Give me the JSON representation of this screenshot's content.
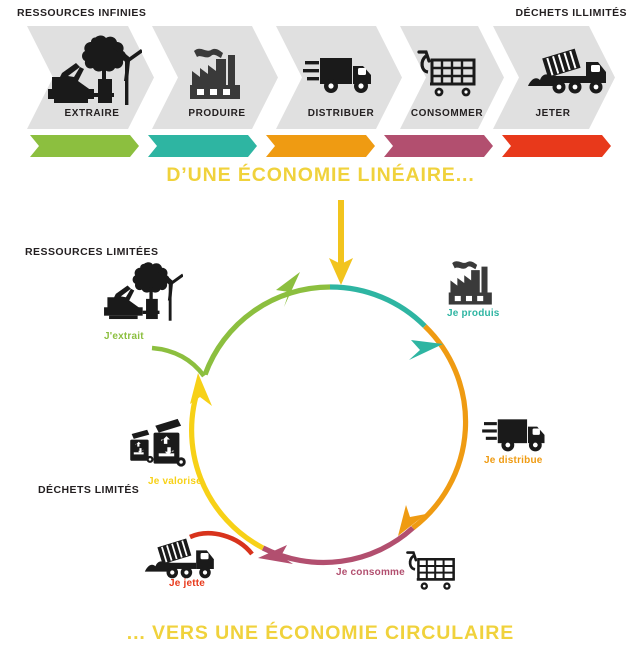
{
  "linear": {
    "left_label": "RESSOURCES INFINIES",
    "right_label": "DÉCHETS ILLIMITÉS",
    "stages": [
      {
        "label": "EXTRAIRE",
        "icon": "extraction-icon",
        "color": "#8cbf3f"
      },
      {
        "label": "PRODUIRE",
        "icon": "factory-icon",
        "color": "#2eb5a2"
      },
      {
        "label": "DISTRIBUER",
        "icon": "delivery-truck-icon",
        "color": "#ef9b12"
      },
      {
        "label": "CONSOMMER",
        "icon": "shopping-cart-icon",
        "color": "#b24f6f"
      },
      {
        "label": "JETER",
        "icon": "dump-truck-icon",
        "color": "#e8391b"
      }
    ],
    "chevron_fill": "#e0e0e0"
  },
  "titles": {
    "top": "D’UNE ÉCONOMIE LINÉAIRE...",
    "bottom": "... VERS UNE ÉCONOMIE CIRCULAIRE",
    "color": "#f0d23c"
  },
  "circular": {
    "left_label": "RESSOURCES LIMITÉES",
    "bottom_left_label": "DÉCHETS LIMITÉS",
    "steps": [
      {
        "label": "J'extrait",
        "icon": "extraction-icon",
        "color": "#8cbf3f"
      },
      {
        "label": "Je produis",
        "icon": "factory-icon",
        "color": "#2eb5a2"
      },
      {
        "label": "Je distribue",
        "icon": "delivery-truck-icon",
        "color": "#ef9b12"
      },
      {
        "label": "Je consomme",
        "icon": "shopping-cart-icon",
        "color": "#b24f6f"
      },
      {
        "label": "Je jette",
        "icon": "dump-truck-icon",
        "color": "#e8391b"
      },
      {
        "label": "Je valorise",
        "icon": "recycling-bins-icon",
        "color": "#f7d117"
      }
    ],
    "inflow_arrow_color": "#f2c41d"
  }
}
